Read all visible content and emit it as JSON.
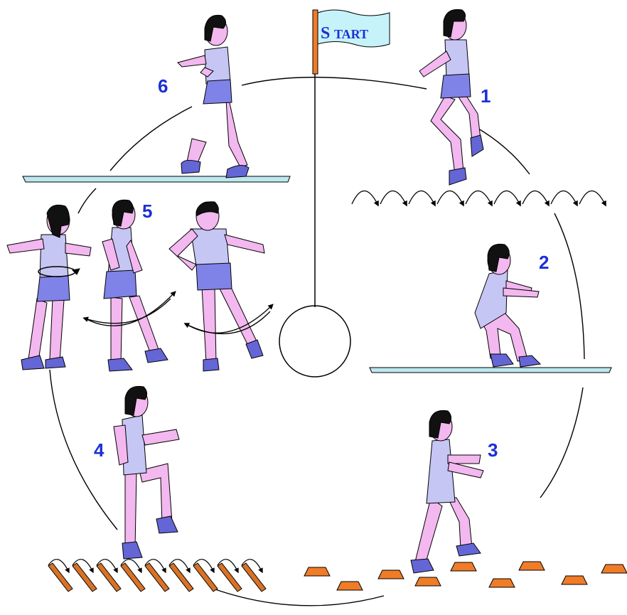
{
  "flag": {
    "text_big": "S",
    "text_small": "TART"
  },
  "stations": [
    {
      "number": "1"
    },
    {
      "number": "2"
    },
    {
      "number": "3"
    },
    {
      "number": "4"
    },
    {
      "number": "5"
    },
    {
      "number": "6"
    }
  ],
  "colors": {
    "shirt": "#c6c6f4",
    "shorts": "#7f82e6",
    "skin": "#f3b8ef",
    "hair": "#111111",
    "shoe": "#6466d6",
    "board": "#bde7ef",
    "cone": "#f07c28",
    "stick": "#d87226",
    "number": "#1c2fd6",
    "flag": "#c6f3f9"
  }
}
